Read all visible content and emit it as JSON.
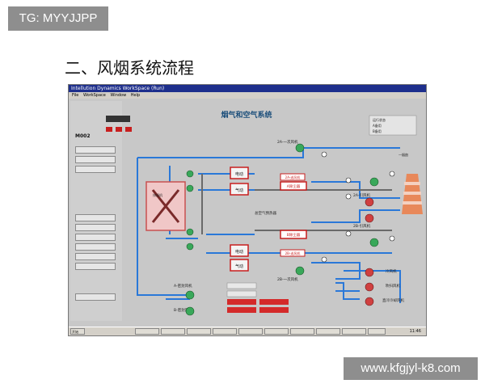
{
  "corner_badge": "TG: MYYJJPP",
  "heading": "二、风烟系统流程",
  "watermark": "www.kfgjyl-k8.com",
  "window": {
    "title": "Intellution Dynamics WorkSpace (Run)",
    "menu": [
      "File",
      "WorkSpace",
      "Window",
      "Help"
    ],
    "diagram_title": "烟气和空气系统",
    "unit_code": "M002",
    "left_buttons": [
      "",
      "",
      "",
      "",
      "",
      "",
      "",
      "",
      "",
      ""
    ],
    "labels": {
      "fan_2a": "2A-一次风机",
      "fan_2b": "2B-一次风机",
      "air_2a": "2A-送风机",
      "air_2b": "2B-送风机",
      "induced_2a": "2A-引风机",
      "induced_2b": "2B-引风机",
      "chimney": "一烟囱",
      "air_heater": "总空气预热器",
      "mill_a": "A-密封风机",
      "mill_b": "B-密封风机",
      "exhaust": "排烟机",
      "dust_a": "A除尘器",
      "dust_b": "B除尘器",
      "elec": "电动",
      "pneu": "气动",
      "cold_fan": "冷风机",
      "blow_fan": "吹扫风机",
      "cooling_fan": "直冷冷却风机",
      "legend_a": "运行状态",
      "legend_b": "A备用",
      "legend_c": "B备用"
    },
    "taskbar": {
      "start": "开始",
      "tasks": [
        "",
        "",
        "",
        "",
        "",
        "",
        "",
        "",
        "",
        ""
      ],
      "clock": "11:46"
    }
  }
}
